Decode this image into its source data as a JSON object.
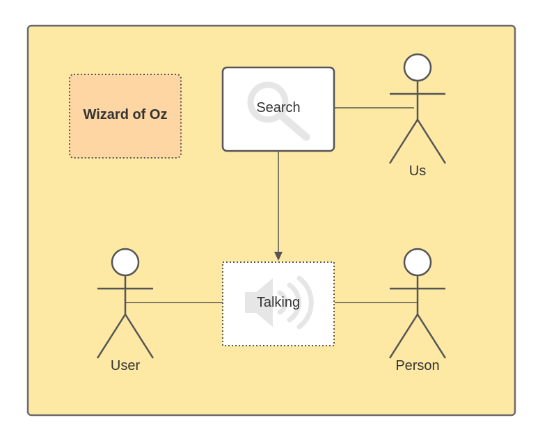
{
  "diagram": {
    "title": "Wizard of Oz",
    "nodes": {
      "search": {
        "label": "Search",
        "icon": "search-icon"
      },
      "talking": {
        "label": "Talking",
        "icon": "speaker-icon"
      }
    },
    "actors": {
      "us": {
        "label": "Us"
      },
      "user": {
        "label": "User"
      },
      "person": {
        "label": "Person"
      }
    },
    "connections": [
      {
        "from": "search",
        "to": "us",
        "type": "line"
      },
      {
        "from": "search",
        "to": "talking",
        "type": "arrow"
      },
      {
        "from": "user",
        "to": "talking",
        "type": "line"
      },
      {
        "from": "talking",
        "to": "person",
        "type": "line"
      }
    ]
  },
  "colors": {
    "background_panel": "#FDE9A3",
    "panel_border": "#6B6B6B",
    "title_box": "#FDD6A3",
    "node_fill": "#FFFFFF",
    "stroke": "#555555",
    "text": "#333333",
    "icon": "#E6E6E6"
  }
}
